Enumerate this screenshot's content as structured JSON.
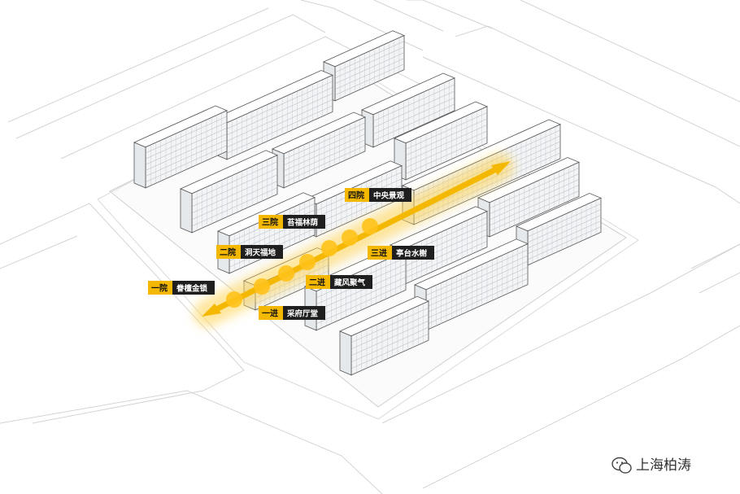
{
  "labels": [
    {
      "num": "一院",
      "text": "眷檀金锁"
    },
    {
      "num": "二院",
      "text": "洞天福地"
    },
    {
      "num": "三院",
      "text": "苔福林荫"
    },
    {
      "num": "四院",
      "text": "中央景观"
    },
    {
      "num": "一进",
      "text": "采府厅堂"
    },
    {
      "num": "二进",
      "text": "藏风聚气"
    },
    {
      "num": "三进",
      "text": "亭台水榭"
    }
  ],
  "watermark": {
    "text": "上海柏涛",
    "icon": "wechat-icon"
  },
  "colors": {
    "accent": "#f5b800",
    "label_bg": "#f5b800",
    "text_block": "#1f1f1f"
  }
}
